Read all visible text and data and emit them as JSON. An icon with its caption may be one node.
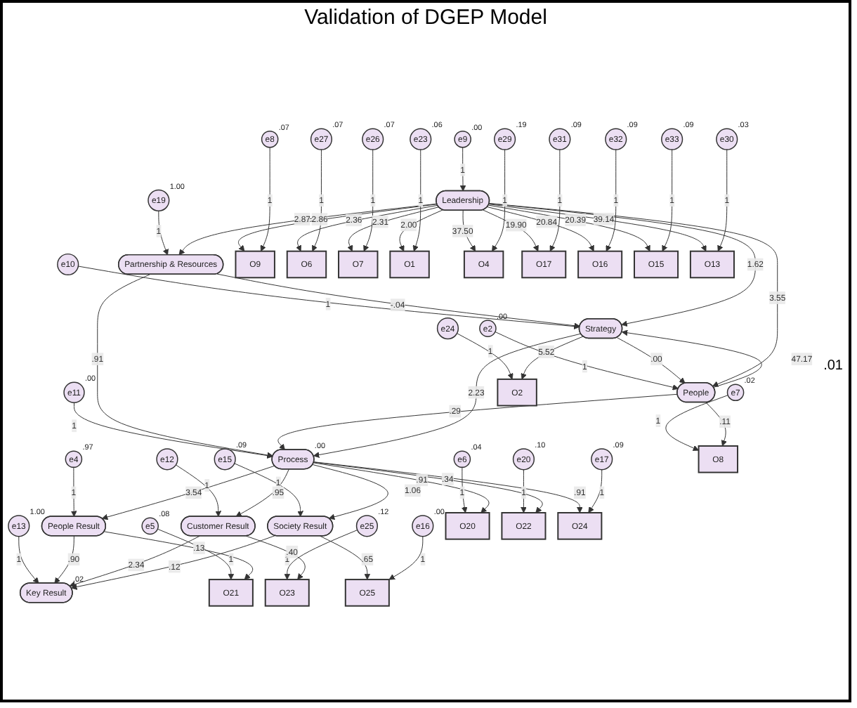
{
  "diagram": {
    "title": "Validation of DGEP Model",
    "nodes": [
      {
        "text": [
          "Key Result"
        ],
        "beside": [
          ".02"
        ]
      },
      {
        "text": [
          "e13"
        ],
        "beside": [
          "1.00"
        ]
      },
      {
        "text": [
          "e5"
        ],
        "beside": [
          ".08"
        ]
      },
      {
        "text": [
          "e4"
        ],
        "beside": [
          ".97"
        ]
      },
      {
        "text": [
          "People Result"
        ]
      },
      {
        "text": [
          "O21"
        ]
      },
      {
        "text": [
          "e25"
        ],
        "beside": [
          ".12"
        ]
      },
      {
        "text": [
          "O23"
        ]
      },
      {
        "text": [
          "Customer Result"
        ]
      },
      {
        "text": [
          "e12"
        ]
      },
      {
        "text": [
          "e15"
        ],
        "beside": [
          ".09"
        ]
      },
      {
        "text": [
          "e16"
        ],
        "beside": [
          ".00"
        ]
      },
      {
        "text": [
          "Society Result"
        ]
      },
      {
        "text": [
          "O25"
        ]
      },
      {
        "text": [
          "e6"
        ],
        "beside": [
          ".04"
        ]
      },
      {
        "text": [
          "O20"
        ]
      },
      {
        "text": [
          "e20"
        ],
        "beside": [
          ".10"
        ]
      },
      {
        "text": [
          "O22"
        ]
      },
      {
        "text": [
          "e11"
        ],
        "beside": [
          ".00"
        ]
      },
      {
        "text": [
          "Process"
        ],
        "beside": [
          ".00"
        ]
      },
      {
        "text": [
          "O24"
        ]
      },
      {
        "text": [
          "e17"
        ],
        "beside": [
          ".09"
        ]
      },
      {
        "text": [
          "e19"
        ],
        "beside": [
          "1.00"
        ]
      },
      {
        "text": [
          "e7"
        ],
        "beside": [
          ".02"
        ]
      },
      {
        "text": [
          "e2"
        ],
        "beside": [
          ".00"
        ]
      },
      {
        "text": [
          "People"
        ]
      },
      {
        "text": [
          "O8"
        ]
      },
      {
        "text": [
          "Strategy"
        ]
      },
      {
        "text": [
          "e10"
        ]
      },
      {
        "text": [
          "Partnership & Resources"
        ]
      },
      {
        "text": [
          "e24"
        ]
      },
      {
        "text": [
          "O2"
        ]
      },
      {
        "text": [
          "e9"
        ],
        "beside": [
          ".00"
        ]
      },
      {
        "text": [
          "Leadership"
        ]
      },
      {
        "text": [
          "O9"
        ]
      },
      {
        "text": [
          "O6"
        ]
      },
      {
        "text": [
          "O7"
        ]
      },
      {
        "text": [
          "O1"
        ]
      },
      {
        "text": [
          "O4"
        ]
      },
      {
        "text": [
          "O17"
        ]
      },
      {
        "text": [
          "O16"
        ]
      },
      {
        "text": [
          "O15"
        ]
      },
      {
        "text": [
          "O13"
        ]
      },
      {
        "text": [
          "e8"
        ],
        "beside": [
          ".07"
        ]
      },
      {
        "text": [
          "e27"
        ],
        "beside": [
          ".07"
        ]
      },
      {
        "text": [
          "e26"
        ],
        "beside": [
          ".07"
        ]
      },
      {
        "text": [
          "e23"
        ],
        "beside": [
          ".06"
        ]
      },
      {
        "text": [
          "e29"
        ],
        "beside": [
          ".19"
        ]
      },
      {
        "text": [
          "e31"
        ],
        "beside": [
          ".09"
        ]
      },
      {
        "text": [
          "e32"
        ],
        "beside": [
          ".09"
        ]
      },
      {
        "text": [
          "e33"
        ],
        "beside": [
          ".09"
        ]
      },
      {
        "text": [
          "e30"
        ],
        "beside": [
          ".03"
        ]
      }
    ],
    "edges": [
      {
        "from": 1,
        "to": 0,
        "arrow": "to",
        "label": "1"
      },
      {
        "from": 4,
        "to": 0,
        "arrow": "to",
        "label": ".90"
      },
      {
        "from": 8,
        "to": 0,
        "arrow": "to",
        "label": "2.34"
      },
      {
        "from": 12,
        "to": 0,
        "arrow": "to",
        "label": ".12"
      },
      {
        "from": 2,
        "to": 5,
        "arrow": "to",
        "label": "1"
      },
      {
        "from": 4,
        "to": 5,
        "arrow": "to",
        "label": ".13"
      },
      {
        "from": 3,
        "to": 4,
        "arrow": "to",
        "label": "1"
      },
      {
        "from": 19,
        "to": 4,
        "arrow": "to",
        "label": "3.54"
      },
      {
        "from": 6,
        "to": 7,
        "arrow": "to",
        "label": "1"
      },
      {
        "from": 8,
        "to": 7,
        "arrow": "to",
        "label": ".40"
      },
      {
        "from": 9,
        "to": 8,
        "arrow": "to",
        "label": "1"
      },
      {
        "from": 19,
        "to": 8,
        "arrow": "to",
        "label": ".95"
      },
      {
        "from": 10,
        "to": 12,
        "arrow": "to",
        "label": "1"
      },
      {
        "from": 19,
        "to": 12,
        "arrow": "to",
        "label": "1.06"
      },
      {
        "from": 12,
        "to": 13,
        "arrow": "to",
        "label": ".65"
      },
      {
        "from": 11,
        "to": 13,
        "arrow": "to",
        "label": "1"
      },
      {
        "from": 14,
        "to": 15,
        "arrow": "to",
        "label": "1"
      },
      {
        "from": 19,
        "to": 15,
        "arrow": "to",
        "label": ".91"
      },
      {
        "from": 16,
        "to": 17,
        "arrow": "to",
        "label": "1"
      },
      {
        "from": 19,
        "to": 17,
        "arrow": "to",
        "label": ".34"
      },
      {
        "from": 18,
        "to": 19,
        "arrow": "to",
        "label": "1"
      },
      {
        "from": 19,
        "to": 20,
        "arrow": "to",
        "label": ".91"
      },
      {
        "from": 21,
        "to": 20,
        "arrow": "to",
        "label": "1"
      },
      {
        "from": 22,
        "to": 29,
        "arrow": "to",
        "label": "1"
      },
      {
        "from": 29,
        "to": 19,
        "arrow": "to",
        "label": ".91"
      },
      {
        "from": 23,
        "to": 26,
        "arrow": "to",
        "label": "1"
      },
      {
        "from": 25,
        "to": 26,
        "arrow": "to",
        "label": ".11"
      },
      {
        "from": 24,
        "to": 25,
        "arrow": "to",
        "label": "1"
      },
      {
        "from": 25,
        "to": 19,
        "arrow": "to",
        "label": ".29"
      },
      {
        "from": 25,
        "to": 27,
        "arrow": "to",
        "label": "47.17"
      },
      {
        "from": 27,
        "to": 25,
        "arrow": "to",
        "label": ".00"
      },
      {
        "from": 27,
        "to": 19,
        "arrow": "to",
        "label": "2.23"
      },
      {
        "from": 28,
        "to": 27,
        "arrow": "to",
        "label": "1"
      },
      {
        "from": 29,
        "to": 27,
        "arrow": "to",
        "label": "-.04"
      },
      {
        "from": 30,
        "to": 31,
        "arrow": "to",
        "label": "1"
      },
      {
        "from": 27,
        "to": 31,
        "arrow": "to",
        "label": "5.52"
      },
      {
        "from": 33,
        "to": 25,
        "arrow": "to",
        "label": "3.55"
      },
      {
        "from": 33,
        "to": 27,
        "arrow": "to",
        "label": "1.62"
      },
      {
        "from": 33,
        "to": 29,
        "arrow": "to",
        "label": "2.87"
      },
      {
        "from": 32,
        "to": 33,
        "arrow": "to",
        "label": "1"
      },
      {
        "from": 33,
        "to": 34,
        "arrow": "to",
        "label": "2.86"
      },
      {
        "from": 33,
        "to": 35,
        "arrow": "to",
        "label": "2.36"
      },
      {
        "from": 33,
        "to": 36,
        "arrow": "to",
        "label": "2.31"
      },
      {
        "from": 33,
        "to": 37,
        "arrow": "to",
        "label": "2.00"
      },
      {
        "from": 33,
        "to": 38,
        "arrow": "to",
        "label": "37.50"
      },
      {
        "from": 33,
        "to": 39,
        "arrow": "to",
        "label": "19.90"
      },
      {
        "from": 33,
        "to": 40,
        "arrow": "to",
        "label": "20.84"
      },
      {
        "from": 33,
        "to": 41,
        "arrow": "to",
        "label": "20.39"
      },
      {
        "from": 33,
        "to": 42,
        "arrow": "to",
        "label": "39.14"
      },
      {
        "from": 43,
        "to": 34,
        "arrow": "to",
        "label": "1"
      },
      {
        "from": 44,
        "to": 35,
        "arrow": "to",
        "label": "1"
      },
      {
        "from": 45,
        "to": 36,
        "arrow": "to",
        "label": "1"
      },
      {
        "from": 46,
        "to": 37,
        "arrow": "to",
        "label": "1"
      },
      {
        "from": 47,
        "to": 38,
        "arrow": "to",
        "label": "1"
      },
      {
        "from": 48,
        "to": 39,
        "arrow": "to",
        "label": "1"
      },
      {
        "from": 49,
        "to": 40,
        "arrow": "to",
        "label": "1"
      },
      {
        "from": 50,
        "to": 41,
        "arrow": "to",
        "label": "1"
      },
      {
        "from": 51,
        "to": 42,
        "arrow": "to",
        "label": "1"
      }
    ],
    "labels": [
      ".01"
    ]
  }
}
